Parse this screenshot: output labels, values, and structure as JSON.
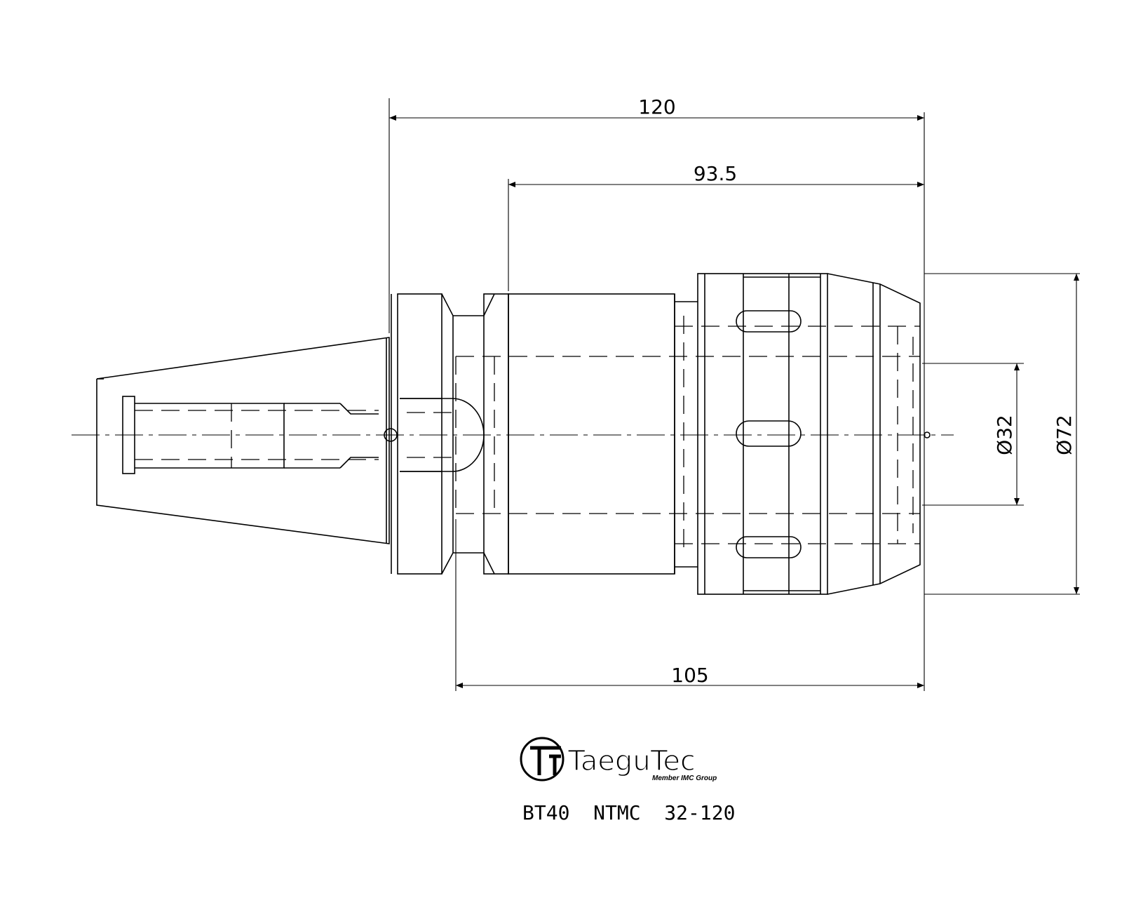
{
  "dimensions": {
    "overall_length": "120",
    "flange_to_end": "93.5",
    "gauge_to_end": "105",
    "bore_diameter": "Ø32",
    "body_diameter": "Ø72"
  },
  "brand": {
    "name": "TaeguTec",
    "tagline": "Member IMC Group",
    "logo": "taegutec-logo"
  },
  "model": "BT40  NTMC  32-120",
  "colors": {
    "line": "#000000",
    "background": "#ffffff"
  }
}
